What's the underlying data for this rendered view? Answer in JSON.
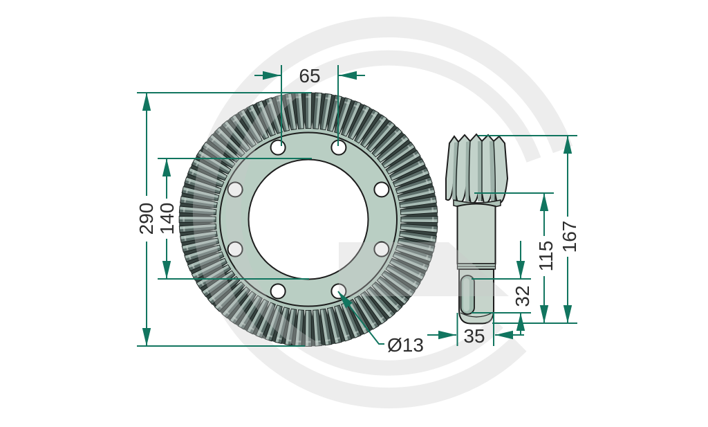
{
  "drawing": {
    "description": "Technical drawing of a crown wheel and bevel pinion with dimensions",
    "views": {
      "crown_wheel": {
        "name": "crown-wheel-front-view",
        "bolt_hole_count": 8,
        "dims": {
          "bolt_spacing": "65",
          "outer_diameter": "290",
          "bore_diameter": "140",
          "bolt_hole_diameter": "Ø13"
        }
      },
      "pinion": {
        "name": "bevel-pinion-side-view",
        "dims": {
          "total_length": "167",
          "shaft_length": "115",
          "keyway_length": "32",
          "shaft_diameter": "35"
        }
      }
    },
    "colors": {
      "dimension_line": "#11755f",
      "text": "#2d2d2d",
      "outline": "#1c1c1c",
      "flange_fill": "#b9cec3",
      "shaft_fill": "#c6d4cb",
      "teeth_dark": "#5c6e6a",
      "teeth_light": "#a6bab3",
      "teeth_base": "#36423f",
      "watermark": "rgba(200,200,200,0.33)"
    }
  }
}
